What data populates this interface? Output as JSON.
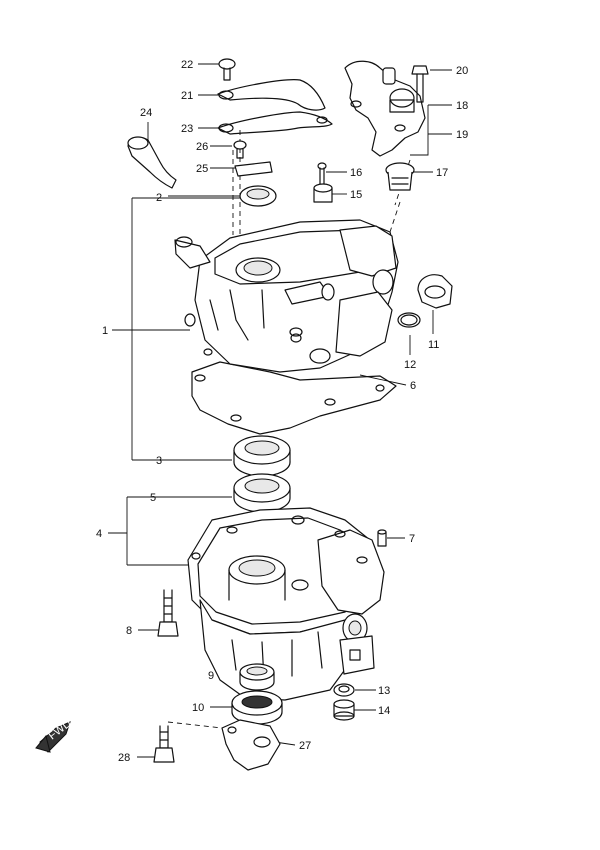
{
  "callouts": {
    "c1": "1",
    "c2": "2",
    "c3": "3",
    "c4": "4",
    "c5": "5",
    "c6": "6",
    "c7": "7",
    "c8": "8",
    "c9": "9",
    "c10": "10",
    "c11": "11",
    "c12": "12",
    "c13": "13",
    "c14": "14",
    "c15": "15",
    "c16": "16",
    "c17": "17",
    "c18": "18",
    "c19": "19",
    "c20": "20",
    "c21": "21",
    "c22": "22",
    "c23": "23",
    "c24": "24",
    "c25": "25",
    "c26": "26",
    "c27": "27",
    "c28": "28"
  },
  "fwd_label": "FWD"
}
